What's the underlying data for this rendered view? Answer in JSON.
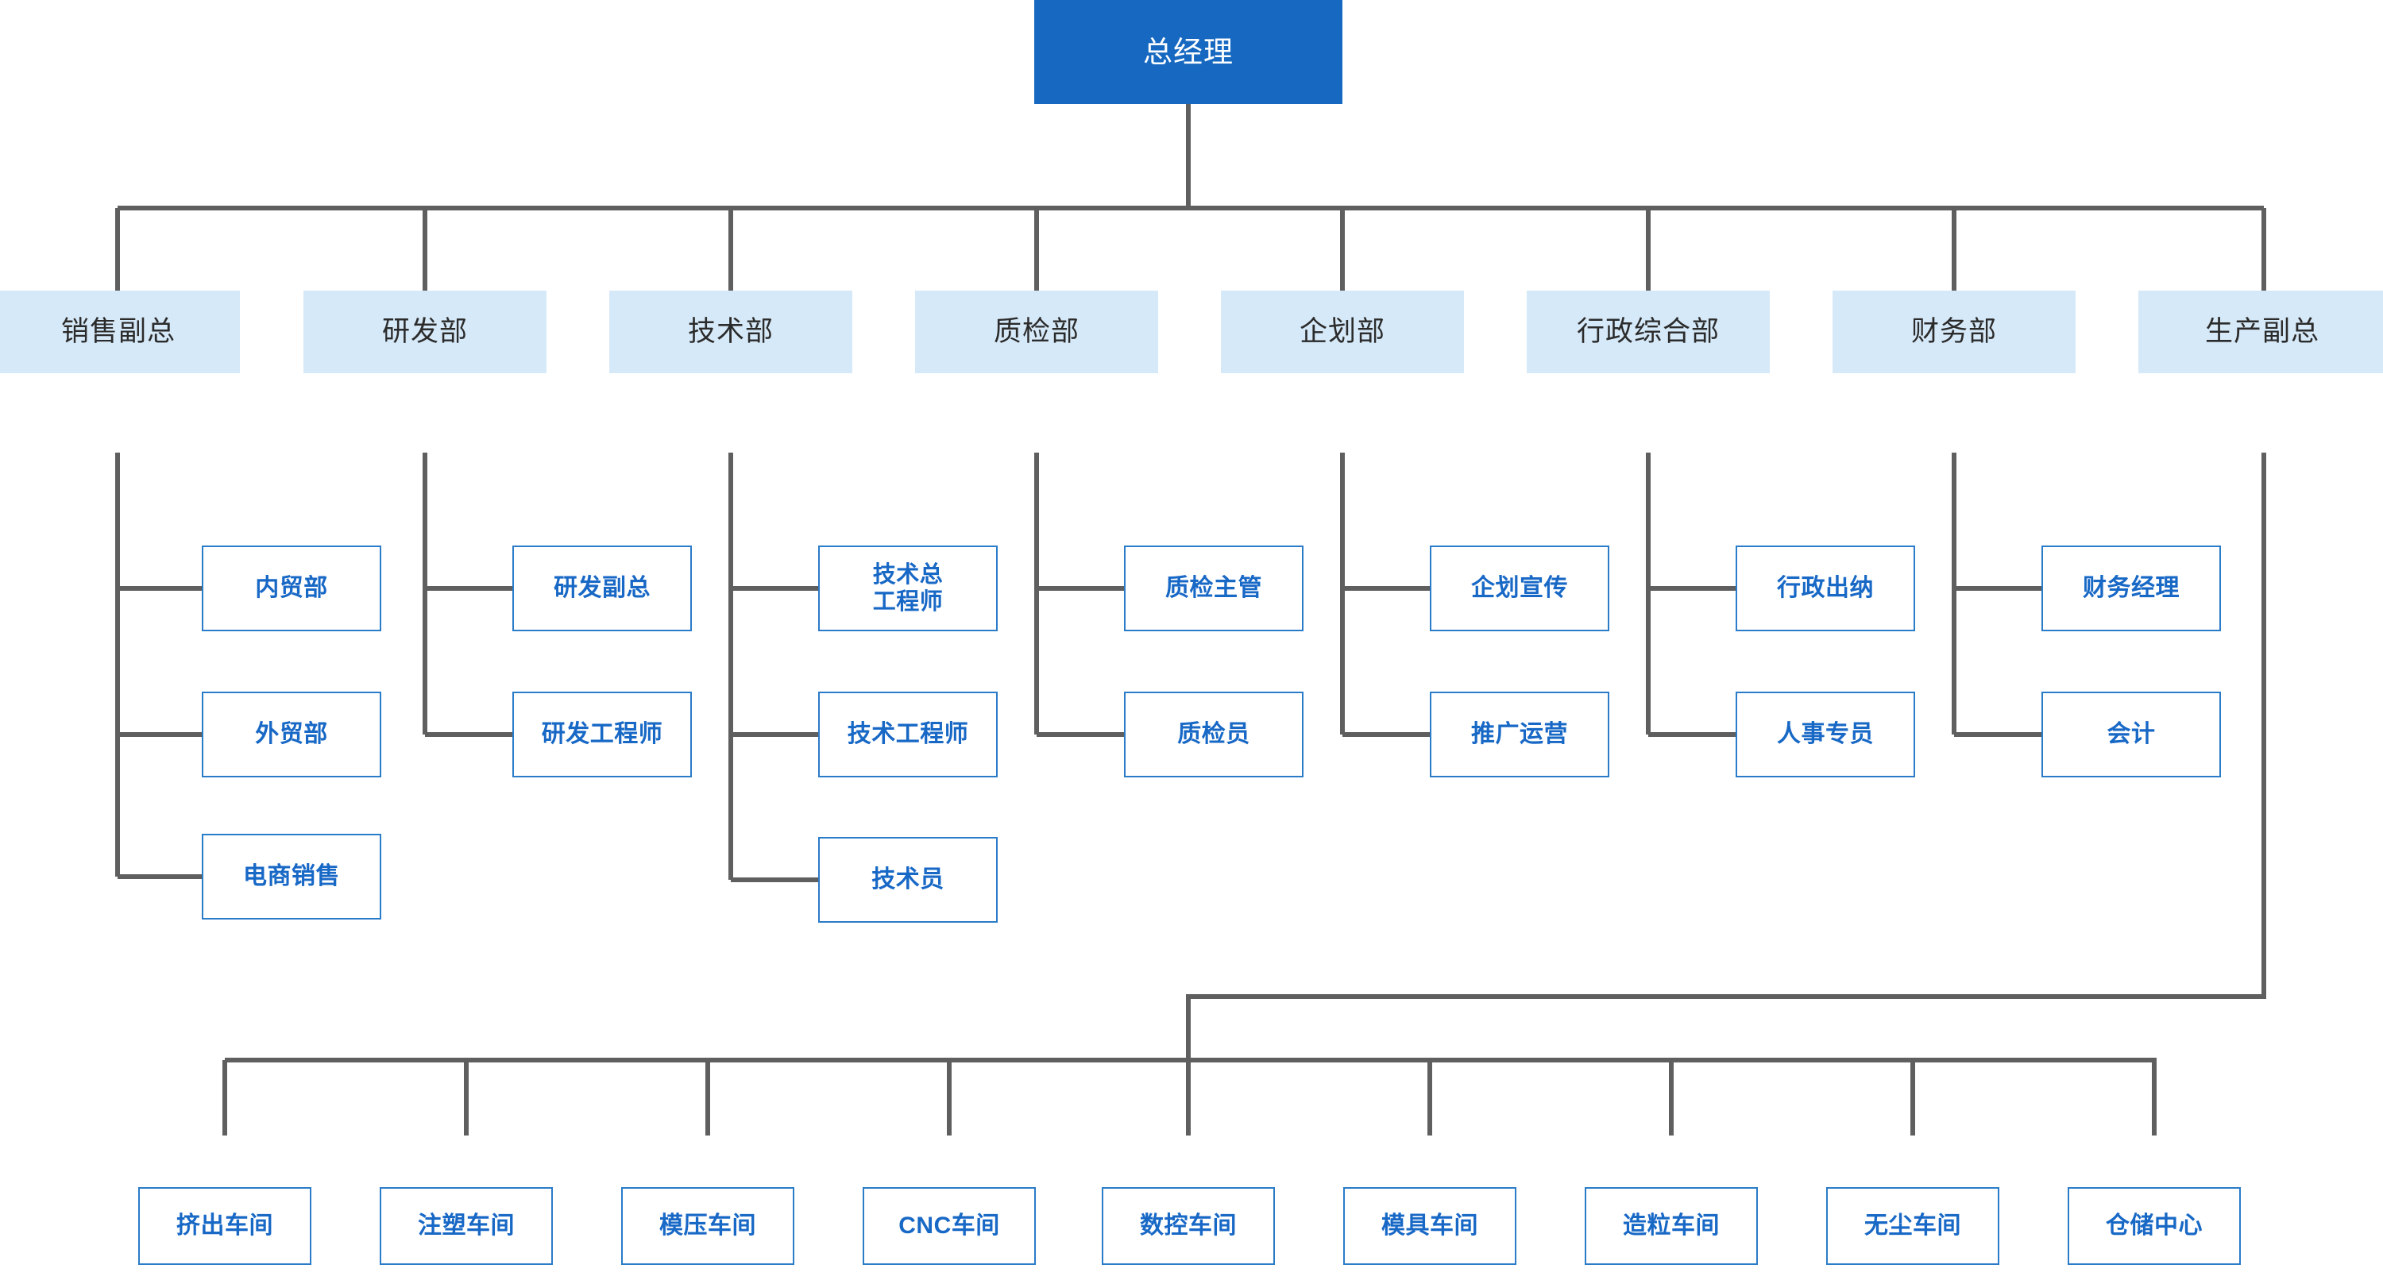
{
  "diagram": {
    "title_text": "总经理",
    "colors": {
      "root_fill": "#1668c1",
      "root_text": "#ffffff",
      "dept_fill": "#d6e9f8",
      "dept_text": "#2b2b2b",
      "leaf_border": "#2a7bc8",
      "leaf_text": "#1868c6",
      "connector": "#5f5f5f",
      "background": "#ffffff"
    },
    "root": {
      "label": "总经理"
    },
    "departments": [
      {
        "label": "销售副总"
      },
      {
        "label": "研发部"
      },
      {
        "label": "技术部"
      },
      {
        "label": "质检部"
      },
      {
        "label": "企划部"
      },
      {
        "label": "行政综合部"
      },
      {
        "label": "财务部"
      },
      {
        "label": "生产副总"
      }
    ],
    "children": {
      "sales": [
        {
          "label": "内贸部"
        },
        {
          "label": "外贸部"
        },
        {
          "label": "电商销售"
        }
      ],
      "rd": [
        {
          "label": "研发副总"
        },
        {
          "label": "研发工程师"
        }
      ],
      "tech": [
        {
          "label": "技术总\n工程师"
        },
        {
          "label": "技术工程师"
        },
        {
          "label": "技术员"
        }
      ],
      "qc": [
        {
          "label": "质检主管"
        },
        {
          "label": "质检员"
        }
      ],
      "planning": [
        {
          "label": "企划宣传"
        },
        {
          "label": "推广运营"
        }
      ],
      "admin": [
        {
          "label": "行政出纳"
        },
        {
          "label": "人事专员"
        }
      ],
      "finance": [
        {
          "label": "财务经理"
        },
        {
          "label": "会计"
        }
      ]
    },
    "workshops": [
      {
        "label": "挤出车间"
      },
      {
        "label": "注塑车间"
      },
      {
        "label": "模压车间"
      },
      {
        "label": "CNC车间"
      },
      {
        "label": "数控车间"
      },
      {
        "label": "模具车间"
      },
      {
        "label": "造粒车间"
      },
      {
        "label": "无尘车间"
      },
      {
        "label": "仓储中心"
      }
    ]
  }
}
